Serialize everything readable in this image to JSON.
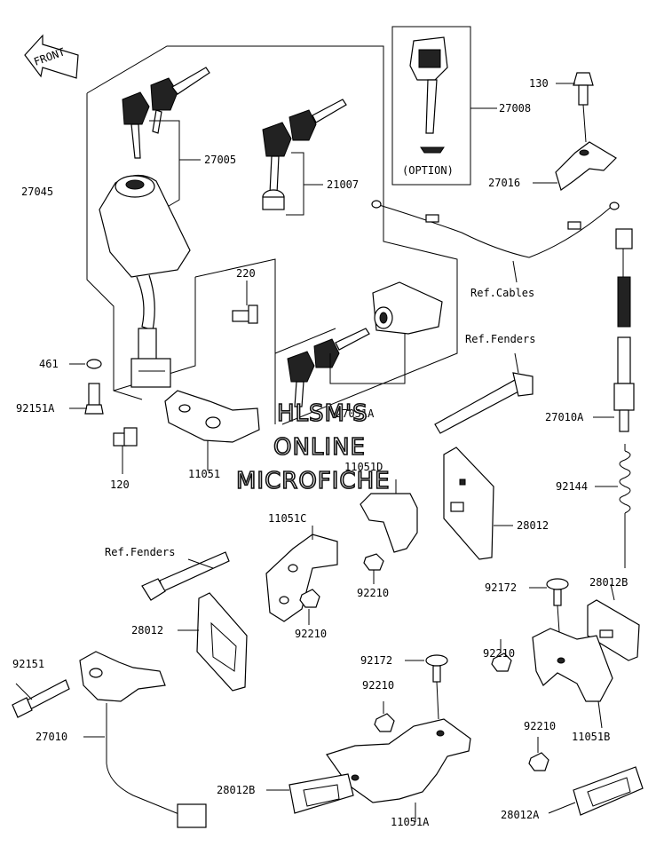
{
  "front_arrow": {
    "label": "FRONT"
  },
  "option_box": {
    "label": "(OPTION)"
  },
  "watermark": {
    "line1": "HLSM'S",
    "line2": "ONLINE",
    "line3": "MICROFICHE"
  },
  "labels": {
    "p27005": "27005",
    "p27045": "27045",
    "p21007": "21007",
    "p27008": "27008",
    "p130": "130",
    "p27016": "27016",
    "p220": "220",
    "ref_cables": "Ref.Cables",
    "ref_fenders_right": "Ref.Fenders",
    "p461": "461",
    "p92151a": "92151A",
    "p27010a": "27010A",
    "p120": "120",
    "p11051": "11051",
    "p11051d": "11051D",
    "p92144": "92144",
    "p28012_right": "28012",
    "p11051c": "11051C",
    "ref_fenders_left": "Ref.Fenders",
    "p92210_a": "92210",
    "p92172_right": "92172",
    "p28012b_right": "28012B",
    "p28012_left": "28012",
    "p92210_b": "92210",
    "p92151": "92151",
    "p92172_mid": "92172",
    "p92210_c": "92210",
    "p92210_d": "92210",
    "p11051b": "11051B",
    "p27010": "27010",
    "p92210_e": "92210",
    "p28012b_left": "28012B",
    "p11051a": "11051A",
    "p28012a": "28012A",
    "p27051a": "27051A"
  }
}
